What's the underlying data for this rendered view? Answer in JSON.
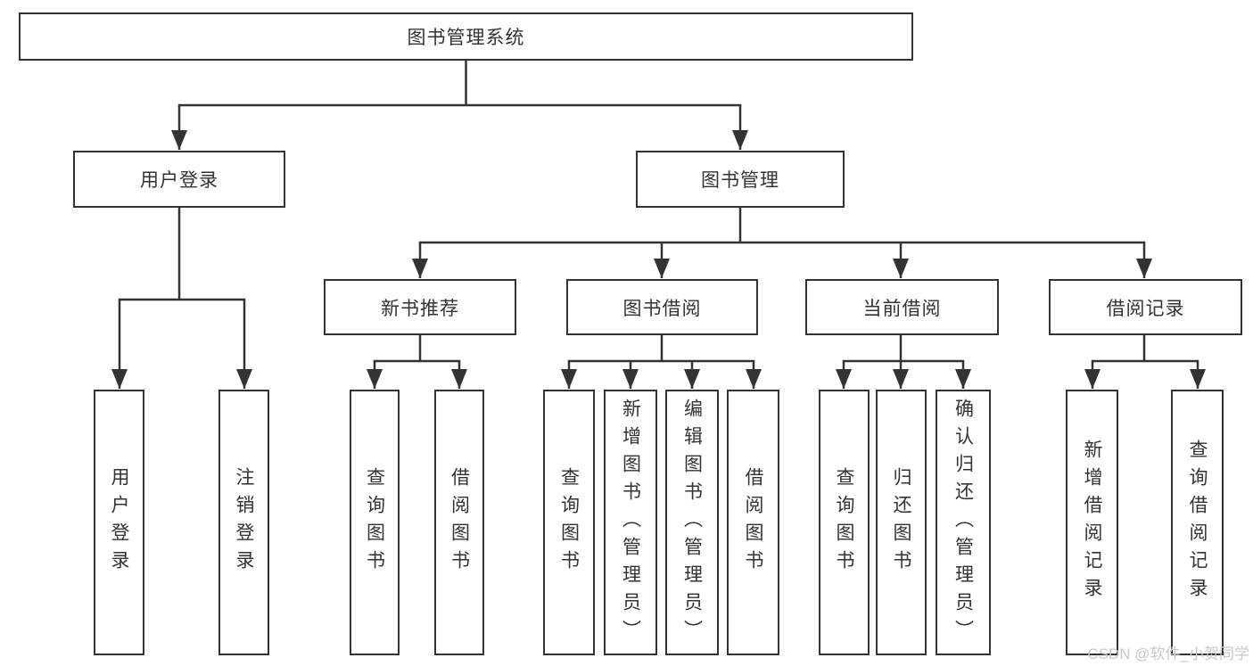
{
  "diagram_title": "图书管理系统",
  "tree": {
    "label": "图书管理系统",
    "children": [
      {
        "label": "用户登录",
        "children": [
          {
            "label": "用户登录"
          },
          {
            "label": "注销登录"
          }
        ]
      },
      {
        "label": "图书管理",
        "children": [
          {
            "label": "新书推荐",
            "children": [
              {
                "label": "查询图书"
              },
              {
                "label": "借阅图书"
              }
            ]
          },
          {
            "label": "图书借阅",
            "children": [
              {
                "label": "查询图书"
              },
              {
                "label": "新增图书（管理员）"
              },
              {
                "label": "编辑图书（管理员）"
              },
              {
                "label": "借阅图书"
              }
            ]
          },
          {
            "label": "当前借阅",
            "children": [
              {
                "label": "查询图书"
              },
              {
                "label": "归还图书"
              },
              {
                "label": "确认归还（管理员）"
              }
            ]
          },
          {
            "label": "借阅记录",
            "children": [
              {
                "label": "新增借阅记录"
              },
              {
                "label": "查询借阅记录"
              }
            ]
          }
        ]
      }
    ]
  },
  "watermark": {
    "text": "CSDN @软件_小贺同学"
  },
  "colors": {
    "line": "#333333",
    "text": "#333333",
    "background": "#ffffff",
    "watermark": "#c9c9c9"
  }
}
